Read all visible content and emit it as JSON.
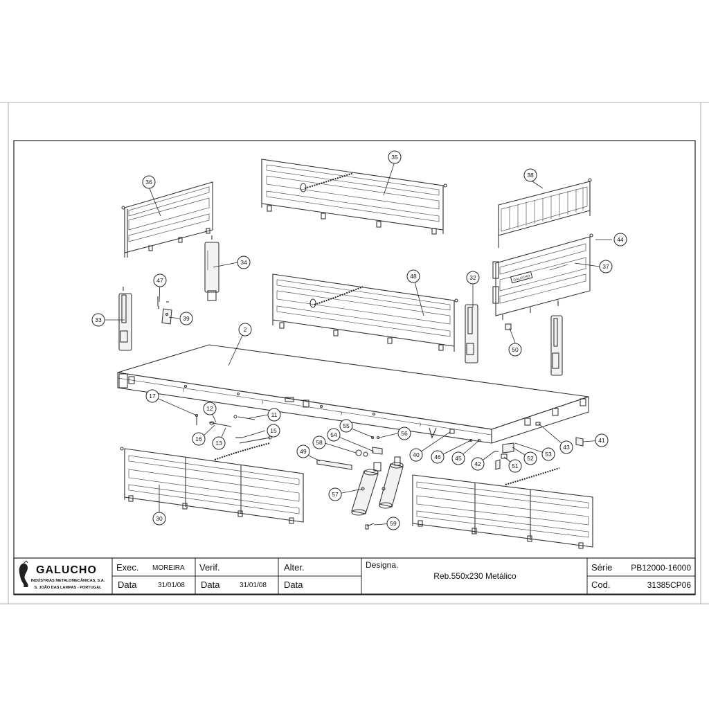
{
  "title_block": {
    "company": "GALUCHO",
    "company_sub1": "INDÚSTRIAS METALOMECÂNICAS, S.A.",
    "company_sub2": "S. JOÃO DAS LAMPAS - PORTUGAL",
    "exec_label": "Exec.",
    "exec_value": "MOREIRA",
    "verif_label": "Verif.",
    "alter_label": "Alter.",
    "data_label": "Data",
    "exec_date": "31/01/08",
    "verif_date": "31/01/08",
    "designa_label": "Designa.",
    "designation": "Reb.550x230 Metálico",
    "serie_label": "Série",
    "serie_value": "PB12000-16000",
    "cod_label": "Cod.",
    "cod_value": "31385CP06"
  },
  "callouts": [
    "2",
    "11",
    "12",
    "13",
    "15",
    "16",
    "17",
    "30",
    "32",
    "33",
    "34",
    "35",
    "36",
    "37",
    "38",
    "39",
    "40",
    "41",
    "42",
    "43",
    "44",
    "45",
    "46",
    "47",
    "48",
    "49",
    "50",
    "51",
    "52",
    "53",
    "54",
    "55",
    "56",
    "57",
    "58",
    "59"
  ],
  "decal_text": "GALUCHO"
}
